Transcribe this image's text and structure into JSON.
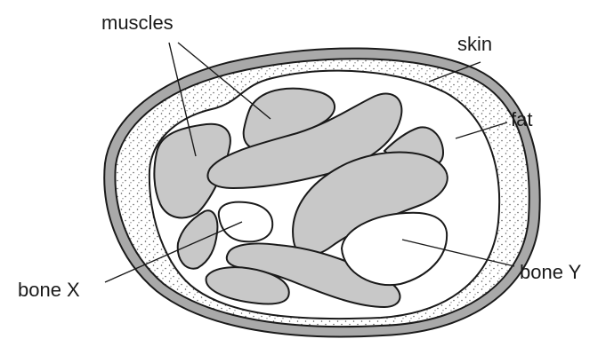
{
  "labels": {
    "muscles": "muscles",
    "skin": "skin",
    "fat": "fat",
    "bone_x": "bone X",
    "bone_y": "bone Y"
  },
  "colors": {
    "skin": "#a9a9a9",
    "fat": "#ffffff",
    "muscle": "#c8c8c8",
    "outline": "#1a1a1a",
    "stipple": "#555555"
  }
}
